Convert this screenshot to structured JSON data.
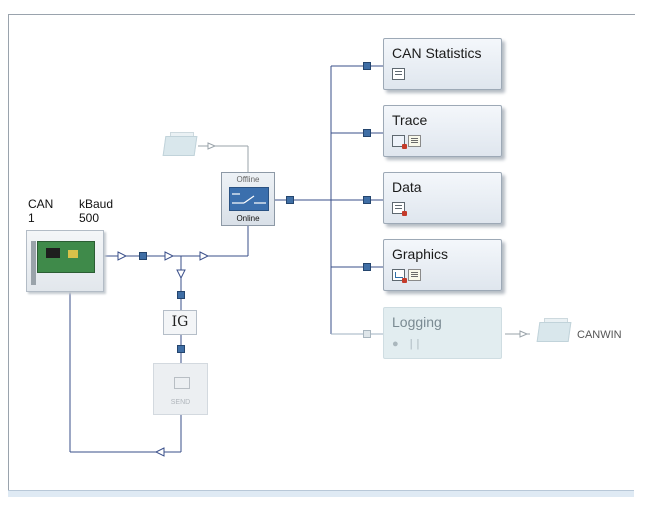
{
  "hardware": {
    "channel_header": "CAN",
    "channel_value": "1",
    "baud_header": "kBaud",
    "baud_value": "500"
  },
  "switch": {
    "offline_label": "Offline",
    "online_label": "Online"
  },
  "ig_label": "IG",
  "send_label": "SEND",
  "blocks": {
    "can_statistics": "CAN Statistics",
    "trace": "Trace",
    "data": "Data",
    "graphics": "Graphics",
    "logging": "Logging"
  },
  "logging_controls": "● ||",
  "logging_output": "CANWIN",
  "colors": {
    "wire": "#3a4f8a",
    "port": "#3f6ea5",
    "disabled_block": "#e2edf0"
  }
}
